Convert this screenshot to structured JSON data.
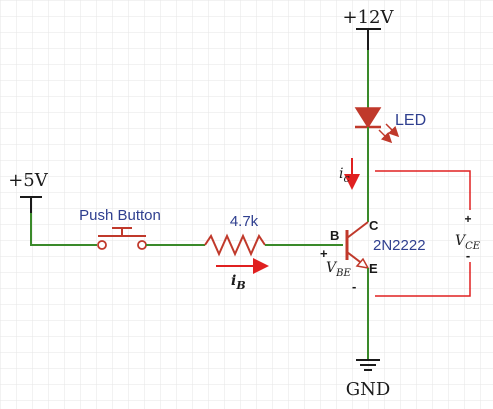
{
  "labels": {
    "vcc12": "+12V",
    "vcc5": "+5V",
    "push_button": "Push Button",
    "resistor": "4.7k",
    "led": "LED",
    "transistor": "2N2222",
    "base_pin": "B",
    "collector_pin": "C",
    "emitter_pin": "E",
    "gnd": "GND",
    "ib_main": "i",
    "ib_sub": "B",
    "ic_main": "i",
    "ic_sub": "c",
    "vbe_main": "V",
    "vbe_sub": "BE",
    "vbe_plus": "+",
    "vbe_minus": "-",
    "vce_main": "V",
    "vce_sub": "CE",
    "vce_plus": "+",
    "vce_minus": "-"
  },
  "colors": {
    "wire_green": "#3a8a2a",
    "component_red": "#c0392b",
    "annotation_red": "#e02020",
    "black": "#1a1a1a",
    "blue_text": "#2f3f8f",
    "grid": "#e6e6e6"
  }
}
